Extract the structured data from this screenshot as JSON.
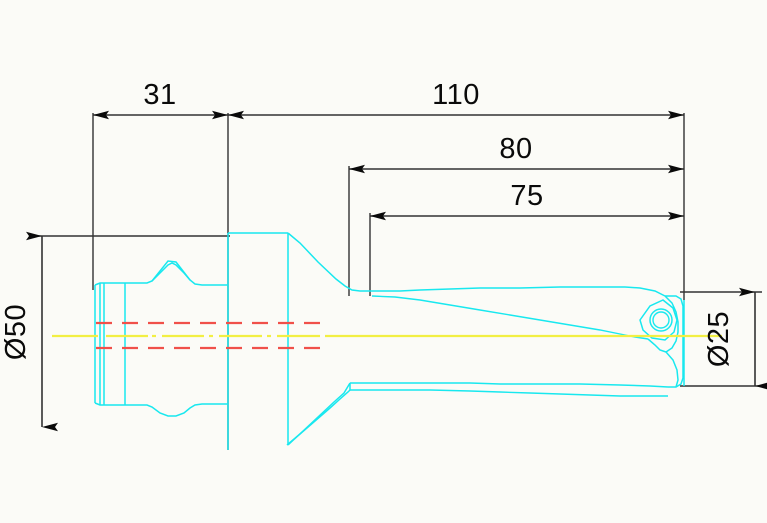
{
  "drawing": {
    "title": "Indexable insert drill technical drawing",
    "background_color": "#fbfbf7",
    "part_color": "#18e8ef",
    "hidden_line_color": "#f0504a",
    "center_line_color": "#f2ef43",
    "dimension_color": "#333333",
    "text_color": "#0a0a0a"
  },
  "dimensions": {
    "shank_length": {
      "value": "31",
      "label": "31",
      "orientation": "horizontal",
      "position": "top-left"
    },
    "overall_projection": {
      "value": "110",
      "label": "110",
      "orientation": "horizontal",
      "position": "top-right"
    },
    "flute_length": {
      "value": "80",
      "label": "80",
      "orientation": "horizontal",
      "position": "upper-middle"
    },
    "effective_length": {
      "value": "75",
      "label": "75",
      "orientation": "horizontal",
      "position": "middle"
    },
    "shank_diameter": {
      "value": "50",
      "label": "Ø50",
      "orientation": "vertical-rotated",
      "position": "left"
    },
    "drill_diameter": {
      "value": "25",
      "label": "Ø25",
      "orientation": "vertical-rotated",
      "position": "right"
    }
  },
  "features": {
    "centerline": "axis-centerline",
    "coolant_holes": "hidden-coolant-channels",
    "insert_pocket": "indexable-insert-pocket",
    "screw_hole": "insert-clamping-screw-hole",
    "shank_grooves": "shank-drive-grooves",
    "flute": "helical-flute-profile"
  }
}
